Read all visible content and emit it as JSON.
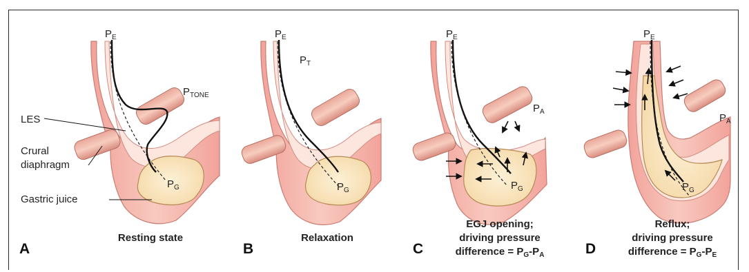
{
  "labels": {
    "les": "LES",
    "crural_line1": "Crural",
    "crural_line2": "diaphragm",
    "gastric": "Gastric juice"
  },
  "panels": [
    {
      "letter": "A",
      "caption": [
        "Resting state"
      ],
      "pe": {
        "base": "P",
        "sub": "E"
      },
      "pg": {
        "base": "P",
        "sub": "G"
      },
      "extra": {
        "base": "P",
        "sub": "TONE"
      }
    },
    {
      "letter": "B",
      "caption": [
        "Relaxation"
      ],
      "pe": {
        "base": "P",
        "sub": "E"
      },
      "pg": {
        "base": "P",
        "sub": "G"
      },
      "extra": {
        "base": "P",
        "sub": "T"
      }
    },
    {
      "letter": "C",
      "caption": [
        "EGJ opening;",
        "driving pressure"
      ],
      "formula": {
        "lead": "difference = ",
        "a": "P",
        "a_sub": "G",
        "mid": "-",
        "b": "P",
        "b_sub": "A"
      },
      "pe": {
        "base": "P",
        "sub": "E"
      },
      "pg": {
        "base": "P",
        "sub": "G"
      },
      "extra": {
        "base": "P",
        "sub": "A"
      }
    },
    {
      "letter": "D",
      "caption": [
        "Reflux;",
        "driving pressure"
      ],
      "formula": {
        "lead": "difference = ",
        "a": "P",
        "a_sub": "G",
        "mid": "-",
        "b": "P",
        "b_sub": "E"
      },
      "pe": {
        "base": "P",
        "sub": "E"
      },
      "pg": {
        "base": "P",
        "sub": "G"
      },
      "extra": {
        "base": "P",
        "sub": "A"
      }
    }
  ]
}
